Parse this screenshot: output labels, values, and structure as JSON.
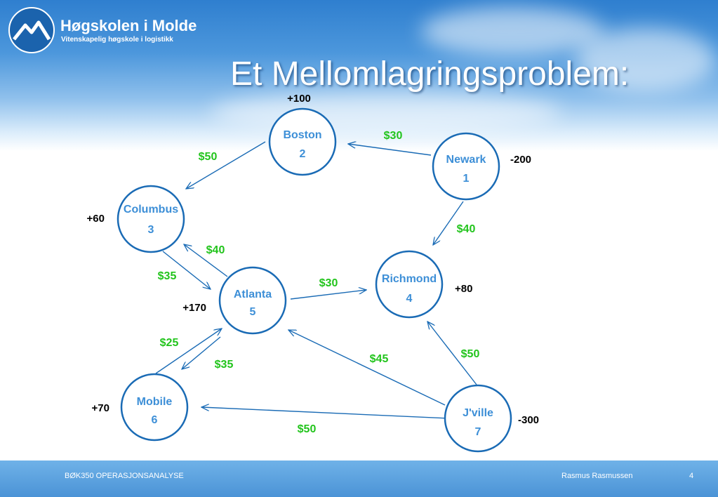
{
  "header": {
    "logo_name": "Høgskolen i Molde",
    "logo_subtitle": "Vitenskapelig høgskole i logistikk",
    "title": "Et Mellomlagringsproblem:"
  },
  "nodes": [
    {
      "id": 1,
      "name": "Newark",
      "number": "1",
      "supply": "-200"
    },
    {
      "id": 2,
      "name": "Boston",
      "number": "2",
      "supply": "+100"
    },
    {
      "id": 3,
      "name": "Columbus",
      "number": "3",
      "supply": "+60"
    },
    {
      "id": 4,
      "name": "Richmond",
      "number": "4",
      "supply": "+80"
    },
    {
      "id": 5,
      "name": "Atlanta",
      "number": "5",
      "supply": "+170"
    },
    {
      "id": 6,
      "name": "Mobile",
      "number": "6",
      "supply": "+70"
    },
    {
      "id": 7,
      "name": "J'ville",
      "number": "7",
      "supply": "-300"
    }
  ],
  "edges": [
    {
      "from": 1,
      "to": 2,
      "cost": "$30"
    },
    {
      "from": 2,
      "to": 3,
      "cost": "$50"
    },
    {
      "from": 1,
      "to": 4,
      "cost": "$40"
    },
    {
      "from": 5,
      "to": 3,
      "cost": "$40"
    },
    {
      "from": 3,
      "to": 5,
      "cost": "$35"
    },
    {
      "from": 5,
      "to": 4,
      "cost": "$30"
    },
    {
      "from": 6,
      "to": 5,
      "cost": "$25"
    },
    {
      "from": 5,
      "to": 6,
      "cost": "$35"
    },
    {
      "from": 7,
      "to": 5,
      "cost": "$45"
    },
    {
      "from": 7,
      "to": 4,
      "cost": "$50"
    },
    {
      "from": 7,
      "to": 6,
      "cost": "$50"
    }
  ],
  "footer": {
    "course": "BØK350 OPERASJONSANALYSE",
    "author": "Rasmus Rasmussen",
    "page": "4"
  },
  "colors": {
    "node_stroke": "#1a6bb5",
    "node_text": "#3d8fd7",
    "edge": "#1a6bb5",
    "cost_text": "#22c41c",
    "supply_text": "#000000"
  }
}
